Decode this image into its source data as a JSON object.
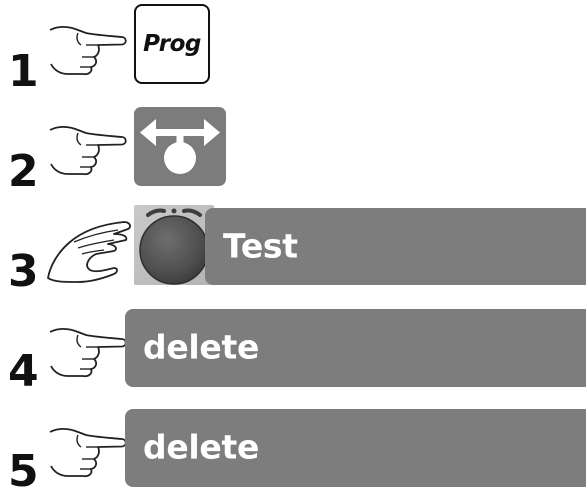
{
  "steps": [
    {
      "number": "1",
      "hand_icon": "pointing-finger-icon",
      "control": "prog-key"
    },
    {
      "number": "2",
      "hand_icon": "pointing-finger-icon",
      "control": "navigation-key"
    },
    {
      "number": "3",
      "hand_icon": "turning-hand-icon",
      "control": "rotary-knob",
      "display": "Test"
    },
    {
      "number": "4",
      "hand_icon": "pointing-finger-icon",
      "display": "delete"
    },
    {
      "number": "5",
      "hand_icon": "pointing-finger-icon",
      "display": "delete"
    }
  ],
  "prog_key": {
    "label": "Prog"
  },
  "nav_key": {
    "icon": "left-right-arrows-icon"
  },
  "colors": {
    "display_bar": "#7d7d7d",
    "nav_key": "#7c7c7c",
    "knob": "#555555",
    "text": "#111111"
  }
}
